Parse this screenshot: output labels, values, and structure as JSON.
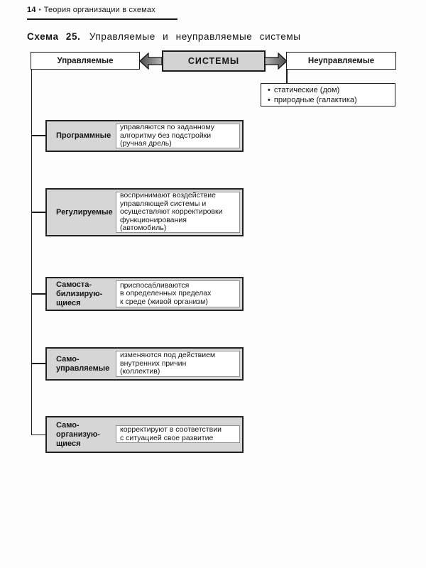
{
  "page_header": {
    "page_number": "14",
    "separator": "▪",
    "book_title": "Теория организации в схемах"
  },
  "scheme_title": {
    "number": "Схема 25.",
    "name": "Управляемые  и  неуправляемые  системы"
  },
  "diagram": {
    "center": "СИСТЕМЫ",
    "controlled": "Управляемые",
    "uncontrolled": "Неуправляемые",
    "uncontrolled_examples": {
      "bullet": "•",
      "items": [
        "статические (дом)",
        "природные (галактика)"
      ]
    },
    "controlled_types": [
      {
        "label": "Программные",
        "description": "управляются по заданному\nалгоритму без подстройки\n(ручная дрель)"
      },
      {
        "label": "Регулируемые",
        "description": "воспринимают воздействие\nуправляющей системы и\nосуществляют корректировки\nфункционирования\n(автомобиль)"
      },
      {
        "label": "Самоста-\nбилизирую-\nщиеся",
        "description": "приспосабливаются\nв определенных пределах\nк среде (живой организм)"
      },
      {
        "label": "Само-\nуправляемые",
        "description": "изменяются под действием\nвнутренних причин\n(коллектив)"
      },
      {
        "label": "Само-\nорганизую-\nщиеся",
        "description": "корректируют в соответствии\nс ситуацией свое развитие"
      }
    ]
  },
  "colors": {
    "box_gray": "#d6d6d6",
    "systems_gray": "#d2d2d2",
    "border_dark": "#1c1c1c",
    "inner_border": "#8f8f8f",
    "arrow_dark": "#4a4a4a",
    "arrow_light": "#b8b8b8"
  }
}
